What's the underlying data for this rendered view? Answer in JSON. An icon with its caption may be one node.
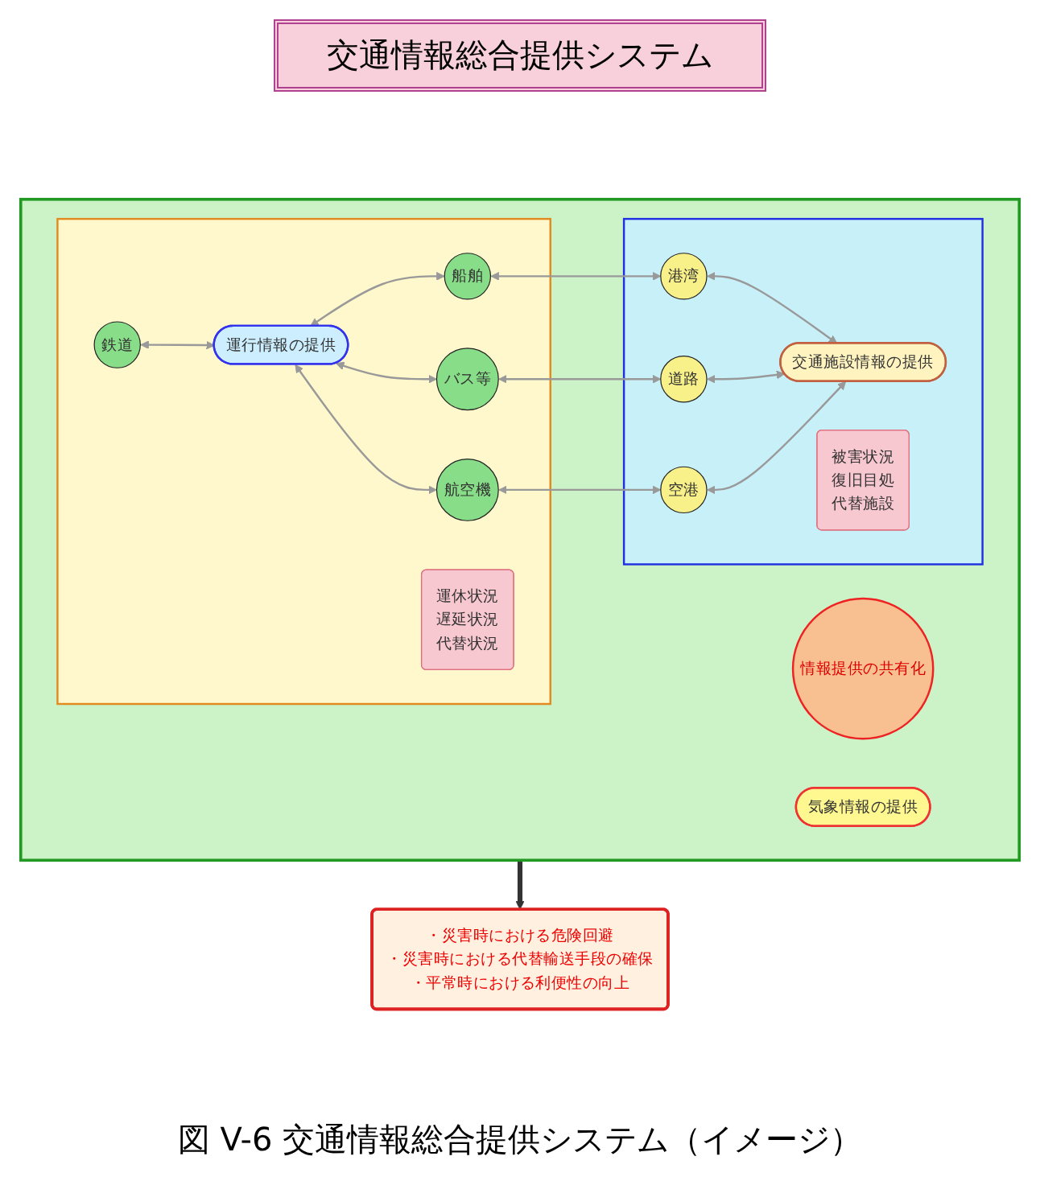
{
  "diagram": {
    "title": "交通情報総合提供システム",
    "caption": "図 V-6 交通情報総合提供システム（イメージ）",
    "nodes": [
      {
        "text": [],
        "shape": "box"
      },
      {
        "text": [],
        "shape": "box",
        "in": 0
      },
      {
        "text": [
          "鉄道"
        ],
        "in": 1
      },
      {
        "text": [
          "運行情報の提供"
        ],
        "in": 1
      },
      {
        "text": [
          "運休状況",
          "遅延状況",
          "代替状況"
        ],
        "in": 1
      },
      {
        "text": [
          "船舶"
        ],
        "in": 1
      },
      {
        "text": [
          "バス等"
        ],
        "in": 1
      },
      {
        "text": [
          "航空機"
        ],
        "in": 1
      },
      {
        "text": [],
        "shape": "box",
        "in": 0
      },
      {
        "text": [
          "港湾"
        ],
        "in": 8
      },
      {
        "text": [
          "道路"
        ],
        "in": 8
      },
      {
        "text": [
          "空港"
        ],
        "in": 8
      },
      {
        "text": [
          "交通施設情報の提供"
        ],
        "in": 8
      },
      {
        "text": [
          "被害状況",
          "復旧目処",
          "代替施設"
        ],
        "in": 8
      },
      {
        "text": [
          "情報提供の共有化"
        ],
        "in": 0
      },
      {
        "text": [
          "気象情報の提供"
        ],
        "in": 0
      },
      {
        "text": [
          "・災害時における危険回避",
          "・災害時における代替輸送手段の確保",
          "・平常時における利便性の向上"
        ]
      }
    ],
    "edges": [
      {
        "from": 2,
        "to": 3,
        "arrow": "both"
      },
      {
        "from": 3,
        "to": 5,
        "arrow": "both"
      },
      {
        "from": 3,
        "to": 6,
        "arrow": "both"
      },
      {
        "from": 3,
        "to": 7,
        "arrow": "both"
      },
      {
        "from": 5,
        "to": 9,
        "arrow": "both"
      },
      {
        "from": 6,
        "to": 10,
        "arrow": "both"
      },
      {
        "from": 7,
        "to": 11,
        "arrow": "both"
      },
      {
        "from": 9,
        "to": 12,
        "arrow": "both"
      },
      {
        "from": 10,
        "to": 12,
        "arrow": "both"
      },
      {
        "from": 11,
        "to": 12,
        "arrow": "both"
      },
      {
        "from": 0,
        "to": 16,
        "arrow": "to",
        "style": "thick",
        "color": "#333333"
      }
    ]
  }
}
